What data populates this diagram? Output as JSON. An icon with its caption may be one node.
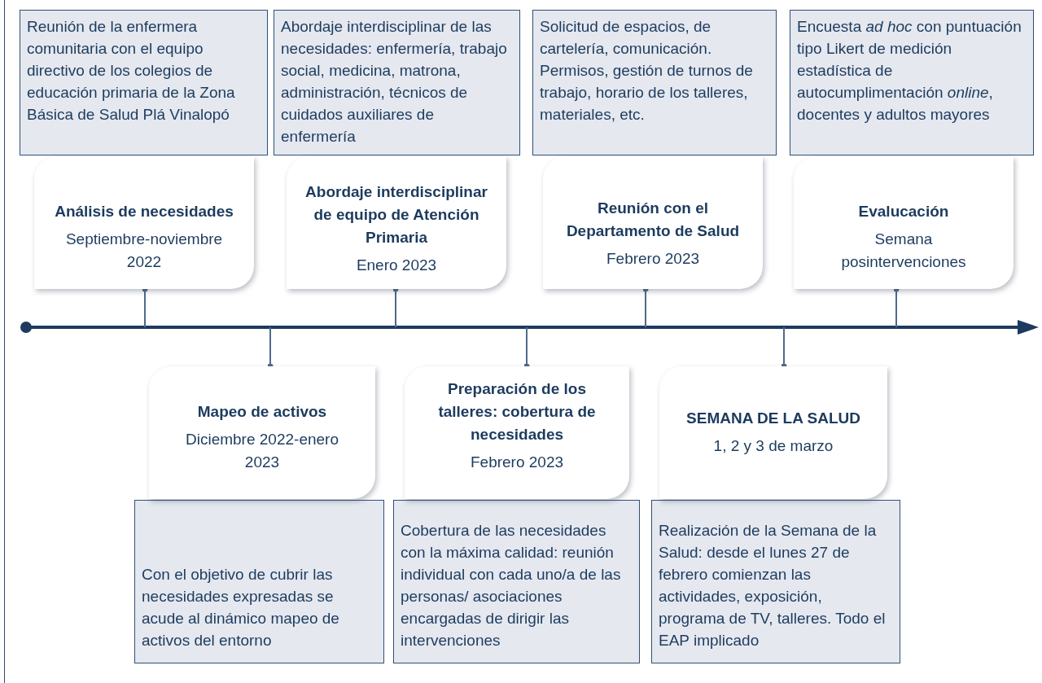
{
  "diagram": {
    "nodes": [
      {
        "text": [
          "Reunión de la enfermera comunitaria con el equipo directivo de los colegios de educación primaria de la Zona Básica de Salud Plá Vinalopó"
        ]
      },
      {
        "text": [
          "Abordaje interdisciplinar de las necesidades: enfermería, trabajo social, medicina, matrona, administración, técnicos de cuidados auxiliares de enfermería"
        ]
      },
      {
        "text": [
          "Solicitud de espacios, de cartelería, comunicación. Permisos, gestión de turnos de trabajo, horario de los talleres, materiales, etc."
        ]
      },
      {
        "text": [
          "Encuesta *ad hoc* con puntuación tipo Likert de medición estadística de autocumplimentación *online*, docentes y adultos mayores"
        ]
      },
      {
        "text": [
          "Análisis de necesidades",
          "Septiembre-noviembre 2022"
        ]
      },
      {
        "text": [
          "Abordaje interdisciplinar de equipo de Atención Primaria",
          "Enero 2023"
        ]
      },
      {
        "text": [
          "Reunión con el Departamento de Salud",
          "Febrero 2023"
        ]
      },
      {
        "text": [
          "Evalucación",
          "Semana posintervenciones"
        ]
      },
      {
        "text": [
          "Mapeo de activos",
          "Diciembre 2022-enero 2023"
        ]
      },
      {
        "text": [
          "Preparación de los talleres: cobertura de necesidades",
          "Febrero 2023"
        ]
      },
      {
        "text": [
          "SEMANA DE LA SALUD",
          "1, 2 y 3 de marzo"
        ]
      },
      {
        "text": [
          "Con el objetivo de cubrir las necesidades expresadas se acude al dinámico mapeo de activos del entorno"
        ]
      },
      {
        "text": [
          "Cobertura de las necesidades con la máxima calidad: reunión individual con cada uno/a de las personas/ asociaciones encargadas de dirigir las intervenciones"
        ]
      },
      {
        "text": [
          "Realización de la Semana de la Salud: desde el lunes 27 de febrero comienzan las actividades, exposición, programa de TV, talleres. Todo el EAP implicado"
        ]
      }
    ],
    "edges": [
      {
        "from": 4,
        "to": null,
        "arrow": "other"
      },
      {
        "from": 5,
        "to": null,
        "arrow": "other"
      },
      {
        "from": 6,
        "to": null,
        "arrow": "other"
      },
      {
        "from": 7,
        "to": null,
        "arrow": "other"
      },
      {
        "from": 8,
        "to": null,
        "arrow": "other"
      },
      {
        "from": 9,
        "to": null,
        "arrow": "other"
      },
      {
        "from": 10,
        "to": null,
        "arrow": "other"
      }
    ]
  }
}
